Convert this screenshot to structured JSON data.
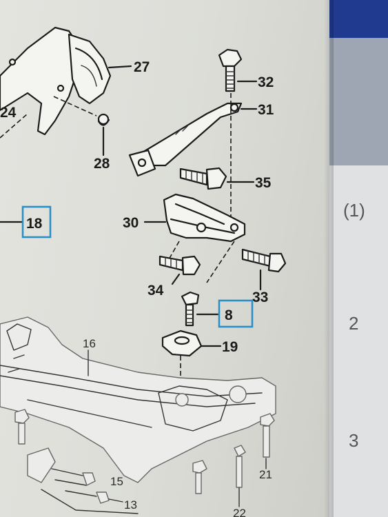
{
  "labels": {
    "l27": "27",
    "l32": "32",
    "l31": "31",
    "l24": "24",
    "l28": "28",
    "l35": "35",
    "l30": "30",
    "l18": "18",
    "l34": "34",
    "l33": "33",
    "l8": "8",
    "l19": "19",
    "l16": "16",
    "l15": "15",
    "l13": "13",
    "l21": "21",
    "l22": "22"
  },
  "row_numbers": {
    "r1": "(1)",
    "r2": "2",
    "r3": "3"
  },
  "colors": {
    "reference_box": "#2a8fc6",
    "ink": "#1b1b1b",
    "header_band": "#1f3a8f"
  }
}
